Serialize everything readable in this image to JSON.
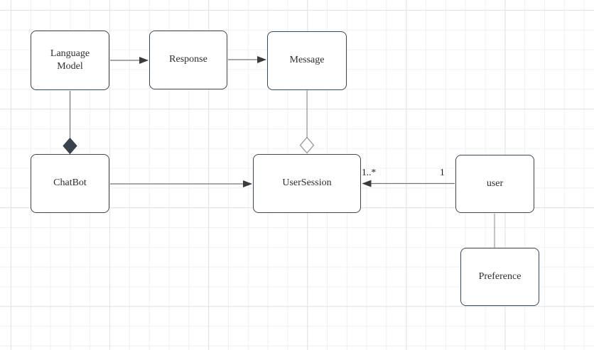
{
  "diagram": {
    "kind": "uml-class-diagram",
    "nodes": [
      {
        "id": "language-model",
        "label": "Language Model"
      },
      {
        "id": "response",
        "label": "Response"
      },
      {
        "id": "message",
        "label": "Message"
      },
      {
        "id": "chatbot",
        "label": "ChatBot"
      },
      {
        "id": "user-session",
        "label": "UserSession"
      },
      {
        "id": "user",
        "label": "user"
      },
      {
        "id": "preference",
        "label": "Preference"
      }
    ],
    "edges": [
      {
        "id": "language-model-to-response",
        "from": "Language Model",
        "to": "Response",
        "type": "directed-arrow"
      },
      {
        "id": "response-to-message",
        "from": "Response",
        "to": "Message",
        "type": "directed-arrow"
      },
      {
        "id": "language-model-chatbot",
        "from": "Language Model",
        "to": "ChatBot",
        "type": "composition-filled-diamond"
      },
      {
        "id": "message-usersession",
        "from": "Message",
        "to": "UserSession",
        "type": "aggregation-hollow-diamond"
      },
      {
        "id": "chatbot-to-usersession",
        "from": "ChatBot",
        "to": "UserSession",
        "type": "directed-arrow"
      },
      {
        "id": "user-to-usersession",
        "from": "user",
        "to": "UserSession",
        "type": "directed-arrow",
        "labels": {
          "target": "1..*",
          "source": "1"
        }
      },
      {
        "id": "user-to-preference",
        "from": "user",
        "to": "Preference",
        "type": "plain-line"
      }
    ],
    "colors": {
      "canvas_background": "#ffffff",
      "grid_minor": "#f0f0f0",
      "grid_major": "#e2e2e2",
      "node_fill": "#ffffff",
      "node_border": "#3b4651",
      "node_text": "#2d2d2d",
      "edge_line": "#757575",
      "arrowhead": "#3b3b3b",
      "composition_diamond_fill": "#37424d",
      "aggregation_diamond_stroke": "#8f8f8f"
    }
  }
}
